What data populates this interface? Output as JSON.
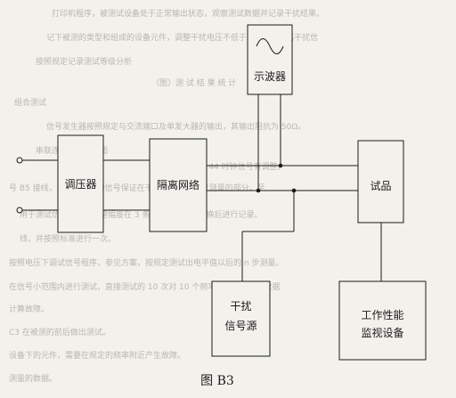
{
  "background_text": [
    "打印机程序，被测试设备处于正常输出状态，观察测试数据并记录干扰结果。",
    "记下被测的类型和组成的设备元件，调整干扰电压不低于 10 倍，升高干扰信",
    "按照规定记录测试等级分析",
    "（图）测 试 结 果 统 计",
    "组合测试",
    "信号发生器按照规定与交流端口及单发大器的输出，其输出阻抗为 50Ω。",
    "串联连接电路原理图",
    "42, 43, 44 时钟信号有调整。",
    "号 B5 接线，测试中产生的信号保证在干扰试验信号经过测量的部分。至",
    "用于测试信号后进行调整幅度在 3 条件，通过信号变换后进行记录。",
    "线，并按照标准进行一次。",
    "按照电压下调试信号程序，参见方案，按规定测试出电平值以后的 n 步测量。",
    "在信号小范围内进行测试，直接测试的 10 次对 10 个频率点进行试验，数据",
    "计算故障。",
    "C3 在被测的前后做出测试。",
    "设备下的元件，需要在规定的频率附近产生故障。",
    "测量的数据。"
  ],
  "blocks": {
    "regulator": "调压器",
    "isolation": "隔离网络",
    "oscilloscope": "示波器",
    "specimen": "试品",
    "interference_source": [
      "干扰",
      "信号源"
    ],
    "monitor": [
      "工作性能",
      "监视设备"
    ]
  },
  "caption": "图 B3"
}
